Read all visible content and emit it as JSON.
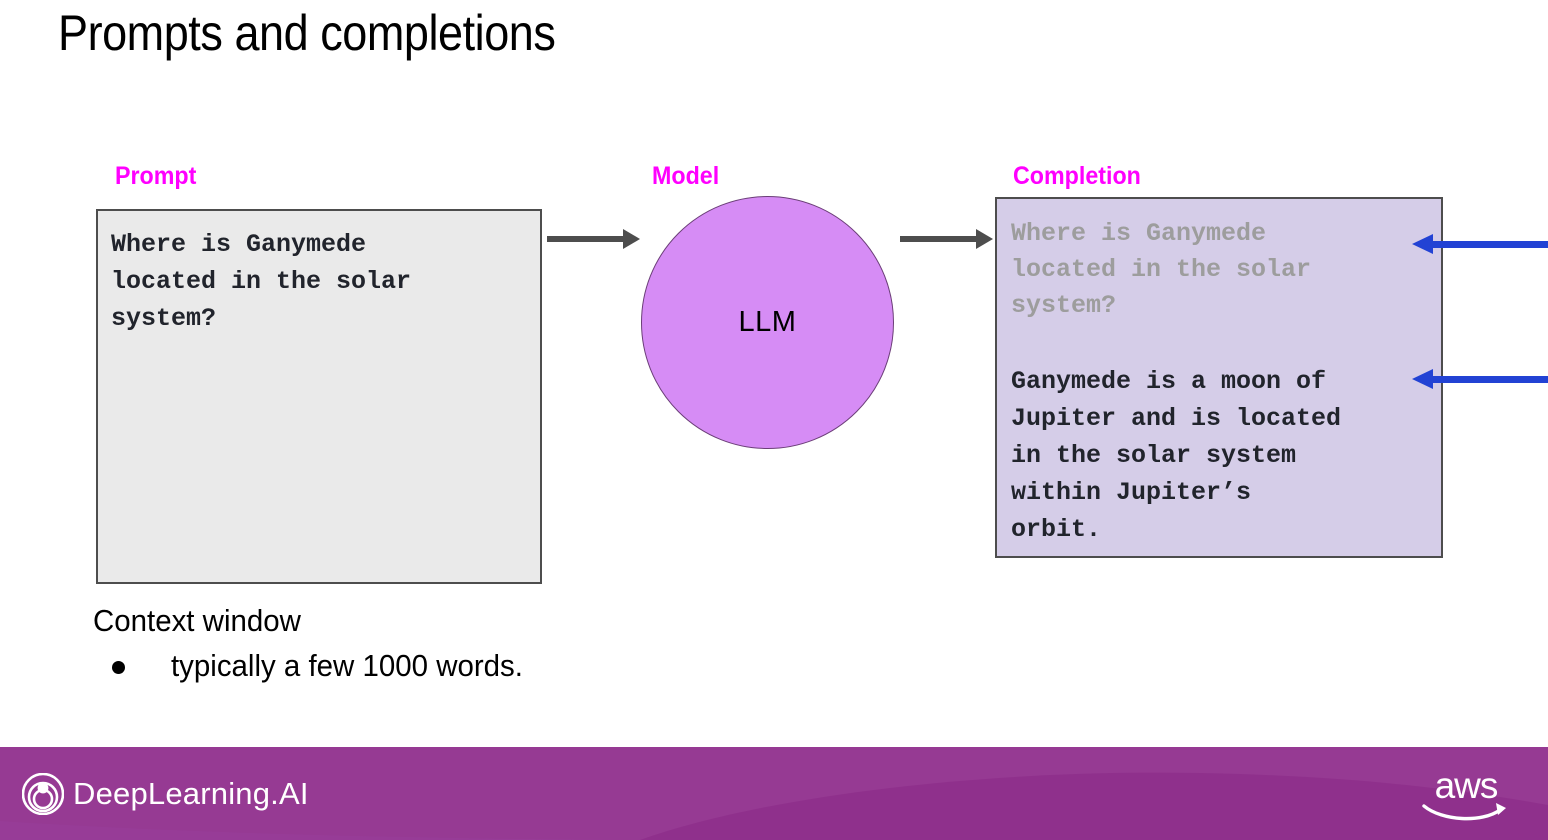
{
  "slide": {
    "title": "Prompts and completions",
    "background_color": "#ffffff"
  },
  "labels": {
    "prompt": "Prompt",
    "model": "Model",
    "completion": "Completion",
    "accent_color": "#FF00FF"
  },
  "prompt_box": {
    "text": "Where is Ganymede\nlocated in the solar\nsystem?",
    "background_color": "#EAEAEA",
    "border_color": "#4D4D4D",
    "text_color": "#21242C"
  },
  "model": {
    "label": "LLM",
    "circle_color": "#D68CF5",
    "circle_border_color": "#6B3E78"
  },
  "completion_box": {
    "echoed_prompt": "Where is Ganymede\nlocated in the solar\nsystem?",
    "generated_text": "Ganymede is a moon of\nJupiter and is located\nin the solar system\nwithin Jupiter’s\norbit.",
    "background_color": "#D5CDE8",
    "border_color": "#4D4D4D",
    "echo_text_color": "#9D9D9D",
    "generated_text_color": "#21242C"
  },
  "arrows": {
    "gray_color": "#4D4D4D",
    "blue_color": "#2242D4"
  },
  "context_note": {
    "heading": "Context window",
    "bullet": "typically a few 1000 words."
  },
  "footer": {
    "brand": "DeepLearning.AI",
    "partner": "aws",
    "background_color": "#963A93"
  }
}
